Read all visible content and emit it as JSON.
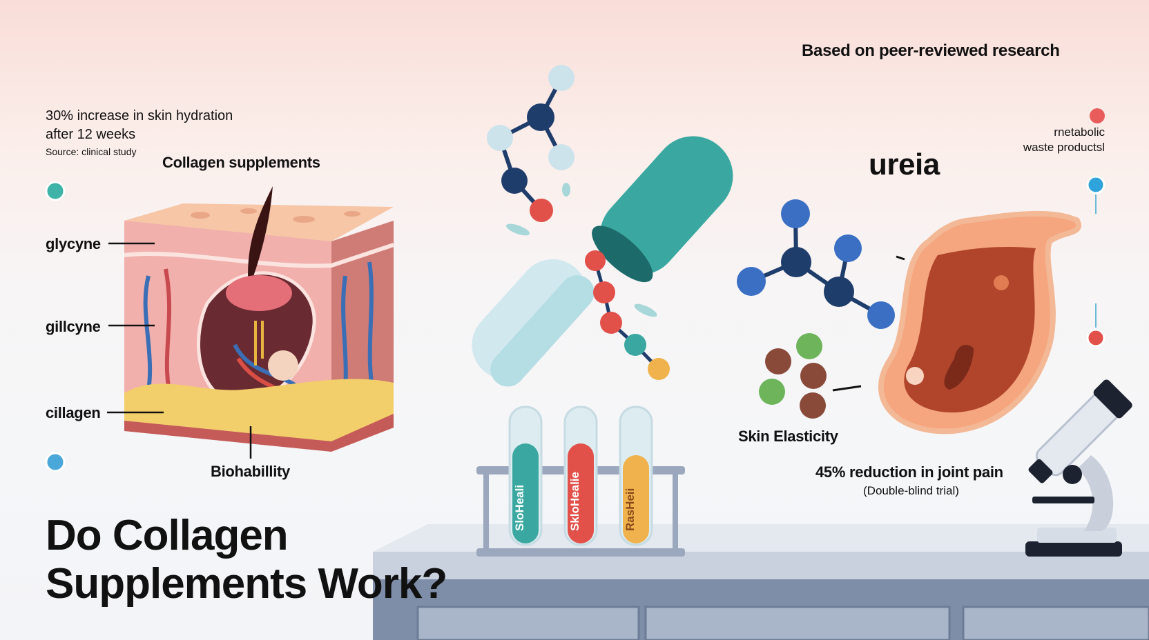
{
  "header": {
    "tagline": "Based on peer-reviewed research"
  },
  "stats": {
    "hydration_line1": "30% increase in skin hydration",
    "hydration_line2": "after 12 weeks",
    "hydration_source": "Source: clinical study",
    "joint_pain": "45% reduction in joint pain",
    "joint_pain_source": "(Double-blind trial)"
  },
  "skin_diagram": {
    "title": "Collagen supplements",
    "labels": [
      "glycyne",
      "gillcyne",
      "cillagen"
    ],
    "bottom_label": "Biohabillity"
  },
  "test_tubes": [
    "SloHeali",
    "SkloHealie",
    "RasHeii"
  ],
  "molecule_panel": {
    "title": "ureia",
    "side_note_line1": "rnetabolic",
    "side_note_line2": "waste productsl",
    "elasticity_label": "Skin Elasticity"
  },
  "title": {
    "line1": "Do Collagen",
    "line2": "Supplements Work?"
  },
  "colors": {
    "teal": "#3aa8a0",
    "red": "#e2504a",
    "navy": "#1f3d6b",
    "orange": "#e8a24a",
    "skin": "#f1a7a4",
    "counter": "#9aa7bd"
  }
}
